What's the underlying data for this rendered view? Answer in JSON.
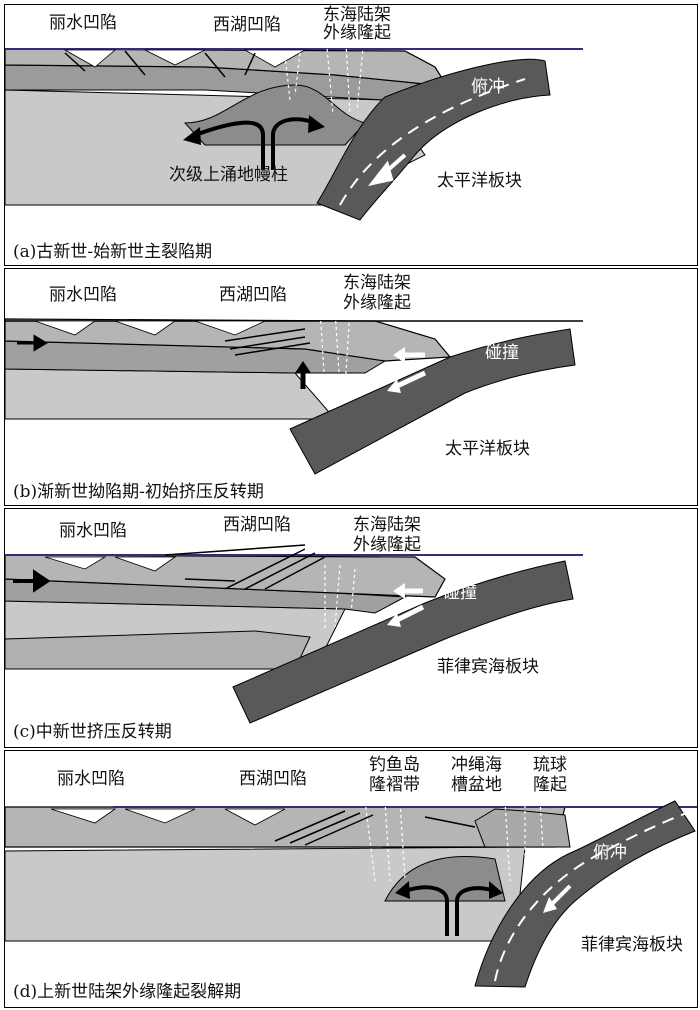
{
  "panels": [
    {
      "caption": "(a)古新世-始新世主裂陷期",
      "labels": {
        "lishui": "丽水凹陷",
        "xihu": "西湖凹陷",
        "shelf_line1": "东海陆架",
        "shelf_line2": "外缘隆起",
        "subduction": "俯冲",
        "plume": "次级上涌地幔柱",
        "plate": "太平洋板块"
      }
    },
    {
      "caption": "(b)渐新世拗陷期-初始挤压反转期",
      "labels": {
        "lishui": "丽水凹陷",
        "xihu": "西湖凹陷",
        "shelf_line1": "东海陆架",
        "shelf_line2": "外缘隆起",
        "collision": "碰撞",
        "plate": "太平洋板块"
      }
    },
    {
      "caption": "(c)中新世挤压反转期",
      "labels": {
        "lishui": "丽水凹陷",
        "xihu": "西湖凹陷",
        "shelf_line1": "东海陆架",
        "shelf_line2": "外缘隆起",
        "collision": "碰撞",
        "plate": "菲律宾海板块"
      }
    },
    {
      "caption": "(d)上新世陆架外缘隆起裂解期",
      "labels": {
        "lishui": "丽水凹陷",
        "xihu": "西湖凹陷",
        "diaoyu_line1": "钓鱼岛",
        "diaoyu_line2": "隆褶带",
        "okinawa_line1": "冲绳海",
        "okinawa_line2": "槽盆地",
        "ryukyu_line1": "琉球",
        "ryukyu_line2": "隆起",
        "subduction": "俯冲",
        "plate": "菲律宾海板块"
      }
    }
  ],
  "colors": {
    "mantle": "#c9c9c9",
    "crust": "#a9a9a9",
    "sediment": "#b5b5b5",
    "slab": "#595959",
    "dome": "#8c8c8c",
    "sea_line": "#3a2a7a",
    "outline": "#000000"
  },
  "icons": [
    "subduction-arrow-icon",
    "plume-arrow-icon",
    "compression-arrow-icon"
  ]
}
